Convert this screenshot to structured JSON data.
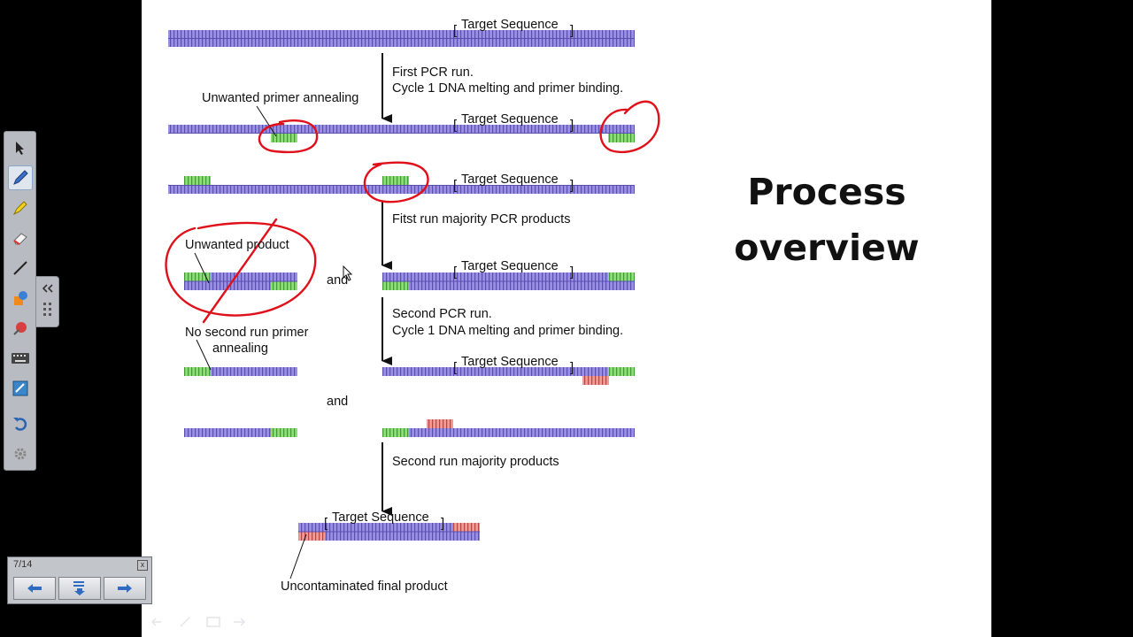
{
  "slide": {
    "title_line1": "Process",
    "title_line2": "overview"
  },
  "diagram": {
    "target_label": "Target Sequence",
    "step1_line1": "First PCR run.",
    "step1_line2": "Cycle 1 DNA melting and primer binding.",
    "unwanted_annealing": "Unwanted primer annealing",
    "first_products": "Fitst run majority PCR products",
    "unwanted_product": "Unwanted product",
    "and_1": "and",
    "step2_line1": "Second PCR run.",
    "step2_line2": "Cycle 1 DNA melting and primer binding.",
    "no_second_line1": "No second run primer",
    "no_second_line2": "annealing",
    "and_2": "and",
    "second_products": "Second run majority products",
    "final_product": "Uncontaminated final product"
  },
  "colors": {
    "dna_strand": "#8f84dc",
    "dna_dark": "#5a4fb0",
    "primer_green": "#7fd06a",
    "primer_red": "#e88a86",
    "annotation_red": "#e0101a",
    "toolbar_gray": "#b8bcc2"
  },
  "toolbar": {
    "tools": [
      "select-arrow-icon",
      "pen-icon",
      "highlighter-icon",
      "eraser-icon",
      "line-icon",
      "shapes-icon",
      "magic-pen-icon",
      "keyboard-icon",
      "capture-icon",
      "undo-icon",
      "settings-icon"
    ]
  },
  "pager": {
    "page_label": "7/14",
    "close": "x"
  }
}
